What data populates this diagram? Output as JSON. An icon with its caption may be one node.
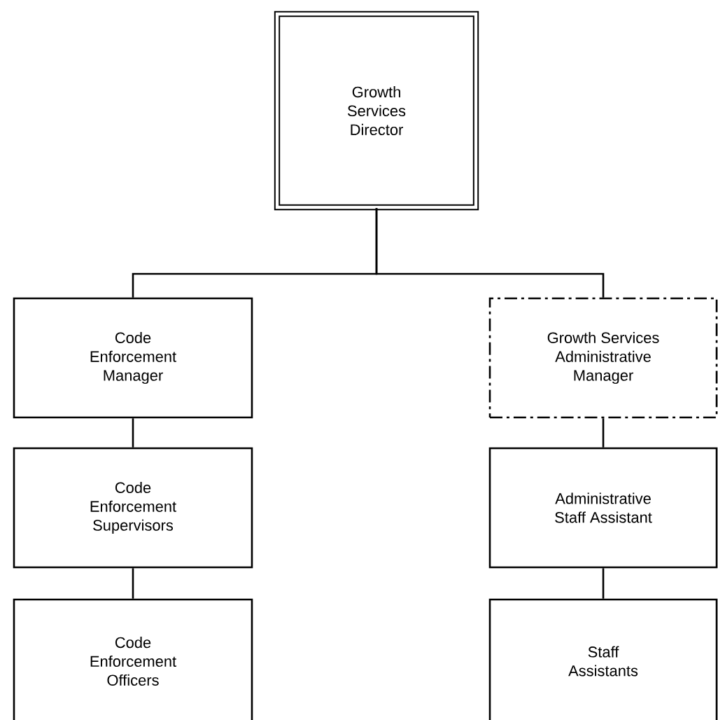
{
  "diagram": {
    "nodes": [
      {
        "text": [
          "Growth Services Director"
        ]
      },
      {
        "text": [
          "Code Enforcement Manager"
        ]
      },
      {
        "text": [
          "Code Enforcement Supervisors"
        ]
      },
      {
        "text": [
          "Code Enforcement Officers"
        ]
      },
      {
        "text": [
          "Growth Services Administrative Manager"
        ]
      },
      {
        "text": [
          "Administrative Staff Assistant"
        ]
      },
      {
        "text": [
          "Staff Assistants"
        ]
      }
    ],
    "edges": [
      {
        "from": 0,
        "to": 1,
        "arrow": "none"
      },
      {
        "from": 0,
        "to": 4,
        "arrow": "none"
      },
      {
        "from": 1,
        "to": 2,
        "arrow": "none"
      },
      {
        "from": 2,
        "to": 3,
        "arrow": "none"
      },
      {
        "from": 4,
        "to": 5,
        "arrow": "none"
      },
      {
        "from": 5,
        "to": 6,
        "arrow": "none"
      }
    ]
  }
}
